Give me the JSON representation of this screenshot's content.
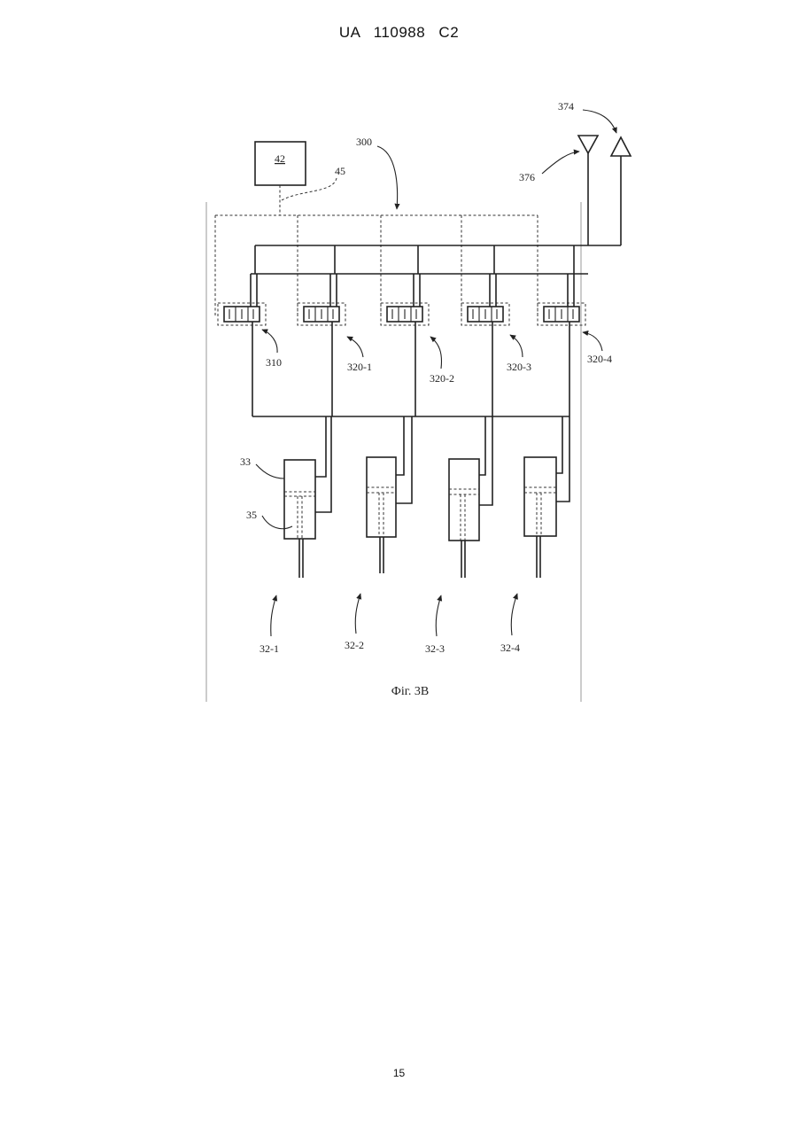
{
  "header": {
    "text": "UA   110988   C2"
  },
  "page_number": "15",
  "figure": {
    "caption": "Фіг. 3В",
    "controller_label": "42",
    "signal_line_label": "45",
    "system_label": "300",
    "tank_label_374": "374",
    "tank_label_376": "376",
    "valves": [
      {
        "label": "310"
      },
      {
        "label": "320-1"
      },
      {
        "label": "320-2"
      },
      {
        "label": "320-3"
      },
      {
        "label": "320-4"
      }
    ],
    "cylinder_labels": {
      "cylinder": "33",
      "piston": "35"
    },
    "actuators": [
      {
        "label": "32-1"
      },
      {
        "label": "32-2"
      },
      {
        "label": "32-3"
      },
      {
        "label": "32-4"
      }
    ]
  }
}
